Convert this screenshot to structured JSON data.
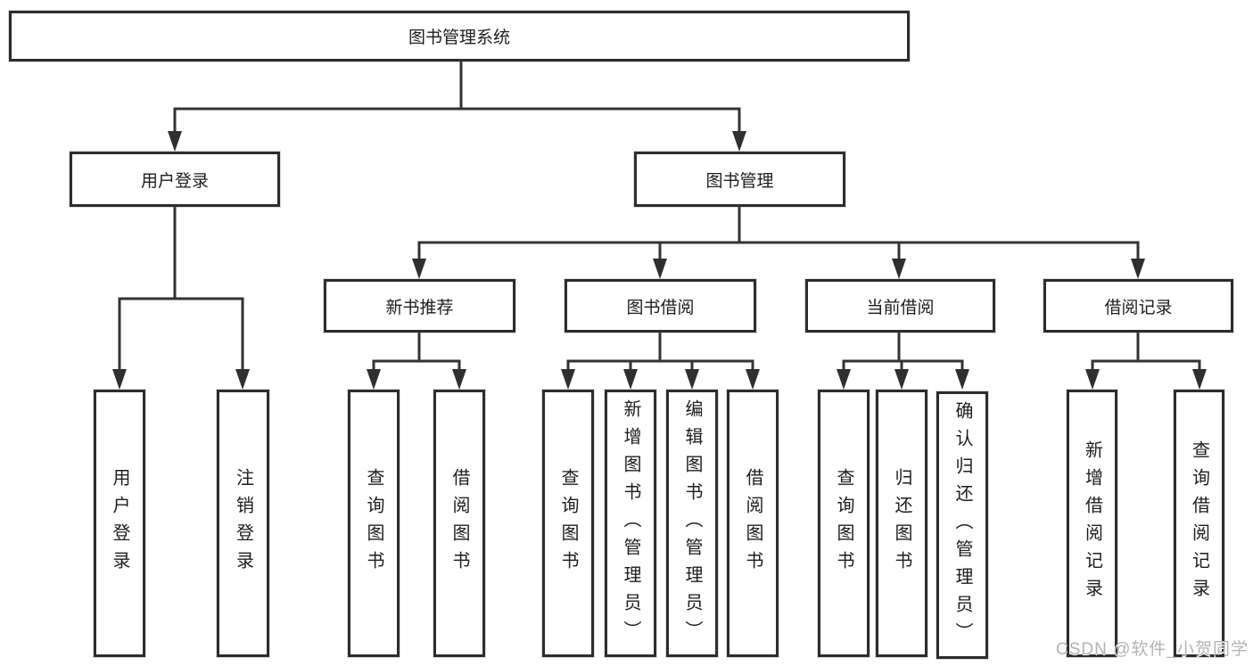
{
  "tree": {
    "root": "图书管理系统",
    "branches": [
      {
        "label": "用户登录",
        "leaves": [
          "用户登录",
          "注销登录"
        ]
      },
      {
        "label": "图书管理",
        "groups": [
          {
            "label": "新书推荐",
            "leaves": [
              "查询图书",
              "借阅图书"
            ]
          },
          {
            "label": "图书借阅",
            "leaves": [
              "查询图书",
              "新增图书（管理员）",
              "编辑图书（管理员）",
              "借阅图书"
            ]
          },
          {
            "label": "当前借阅",
            "leaves": [
              "查询图书",
              "归还图书",
              "确认归还（管理员）"
            ]
          },
          {
            "label": "借阅记录",
            "leaves": [
              "新增借阅记录",
              "查询借阅记录"
            ]
          }
        ]
      }
    ]
  },
  "watermark": "CSDN @软件_小贺同学",
  "colors": {
    "line": "#333333",
    "border": "#2d2d2d",
    "text": "#1d1d1d",
    "background": "#ffffff",
    "watermark": "#b3b3b3"
  }
}
